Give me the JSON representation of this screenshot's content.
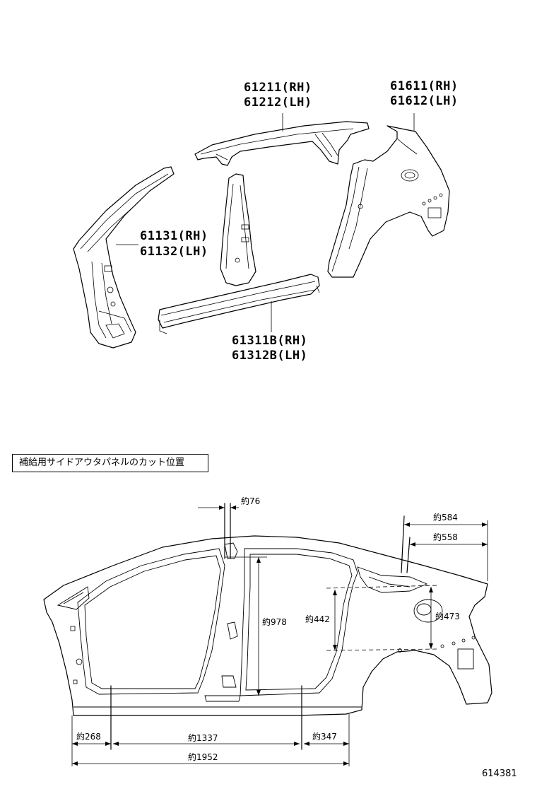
{
  "parts": {
    "roof_rail_rh": "61211(RH)",
    "roof_rail_lh": "61212(LH)",
    "quarter_rh": "61611(RH)",
    "quarter_lh": "61612(LH)",
    "front_pillar_rh": "61131(RH)",
    "front_pillar_lh": "61132(LH)",
    "rocker_rh": "61311B(RH)",
    "rocker_lh": "61312B(LH)"
  },
  "caption": "補給用サイドアウタパネルのカット位置",
  "dimensions": {
    "d76": "約76",
    "d584": "約584",
    "d558": "約558",
    "d978": "約978",
    "d442": "約442",
    "d473": "約473",
    "d268": "約268",
    "d1337": "約1337",
    "d347": "約347",
    "d1952": "約1952"
  },
  "figure_number": "614381"
}
